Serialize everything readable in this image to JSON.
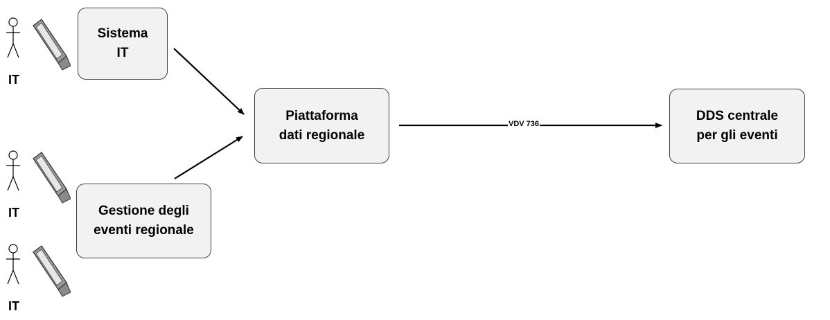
{
  "diagram": {
    "nodes": {
      "sistema_it": {
        "line1": "Sistema",
        "line2": "IT"
      },
      "gestione": {
        "line1": "Gestione degli",
        "line2": "eventi regionale"
      },
      "piattaforma": {
        "line1": "Piattaforma",
        "line2": "dati regionale"
      },
      "dds": {
        "line1": "DDS centrale",
        "line2": "per gli eventi"
      }
    },
    "actors": [
      {
        "label": "IT",
        "icon": "user-at-computer-icon"
      },
      {
        "label": "IT",
        "icon": "user-at-computer-icon"
      },
      {
        "label": "IT",
        "icon": "user-at-computer-icon"
      }
    ],
    "edges": [
      {
        "from": "Sistema IT",
        "to": "Piattaforma dati regionale",
        "label": ""
      },
      {
        "from": "Gestione degli eventi regionale",
        "to": "Piattaforma dati regionale",
        "label": ""
      },
      {
        "from": "Piattaforma dati regionale",
        "to": "DDS centrale per gli eventi",
        "label": "VDV 736"
      }
    ],
    "colors": {
      "box_fill": "#f2f2f2",
      "box_border": "#404040",
      "line": "#000000",
      "monitor_screen": "#e6e6e6"
    }
  }
}
